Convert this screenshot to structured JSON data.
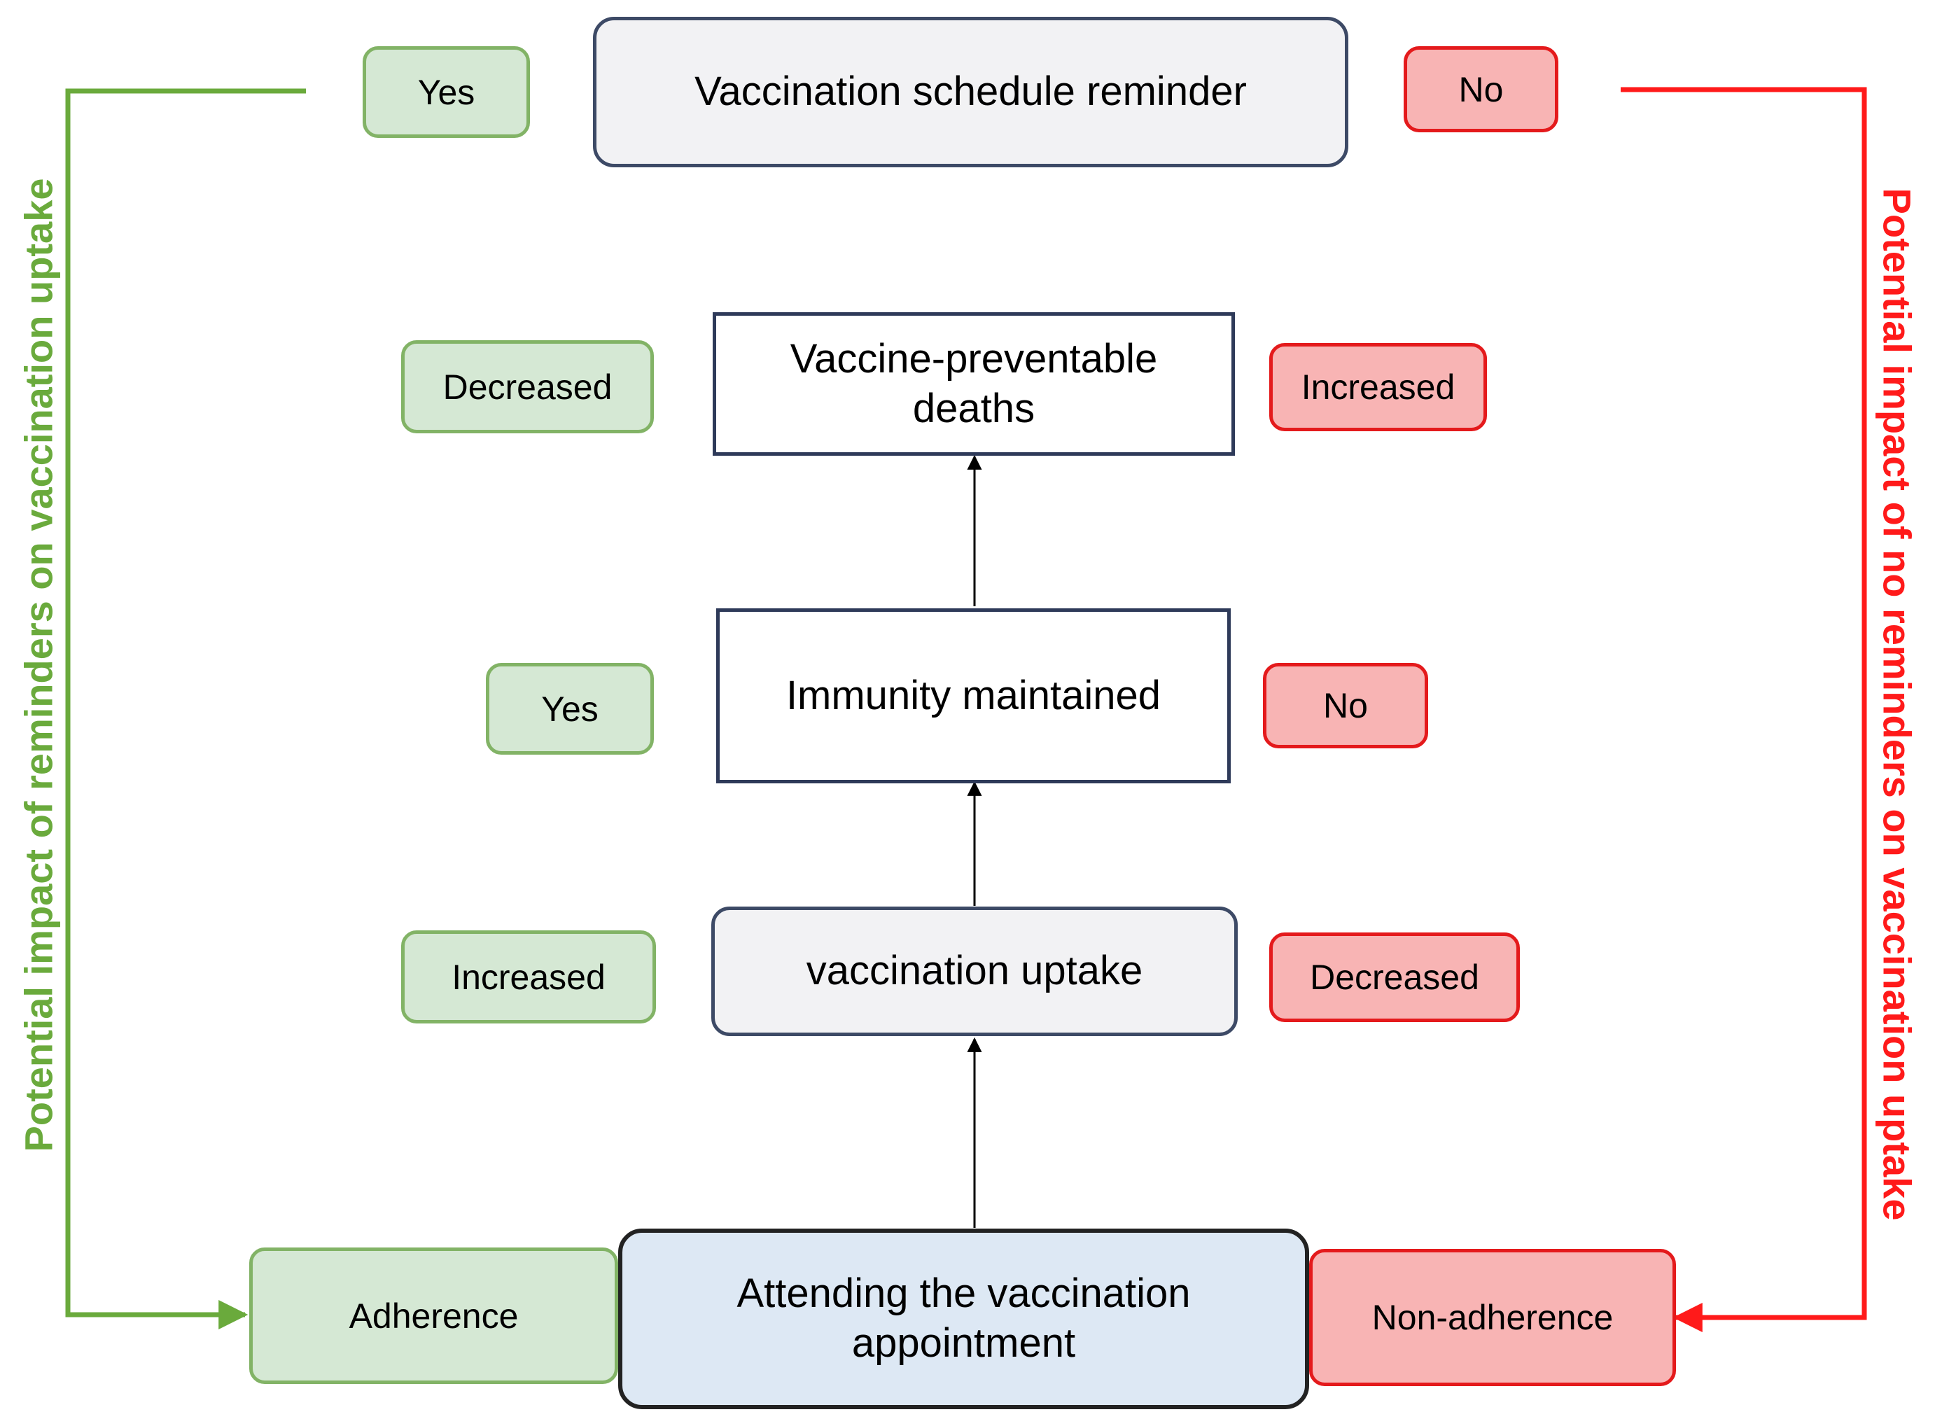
{
  "nodes": {
    "reminder": "Vaccination schedule reminder",
    "deaths": "Vaccine-preventable\ndeaths",
    "immunity": "Immunity maintained",
    "uptake": "vaccination uptake",
    "appointment": "Attending the vaccination\nappointment"
  },
  "left_tags": {
    "reminder": "Yes",
    "deaths": "Decreased",
    "immunity": "Yes",
    "uptake": "Increased",
    "appointment": "Adherence"
  },
  "right_tags": {
    "reminder": "No",
    "deaths": "Increased",
    "immunity": "No",
    "uptake": "Decreased",
    "appointment": "Non-adherence"
  },
  "side_labels": {
    "left": "Potential impact of reminders on vaccination uptake",
    "right": "Potential impact of no reminders on vaccination uptake"
  },
  "colors": {
    "positive_line": "#6aaa3c",
    "negative_line": "#ff1a1a",
    "positive_fill": "#d5e8d4",
    "negative_fill": "#f8b4b4"
  }
}
